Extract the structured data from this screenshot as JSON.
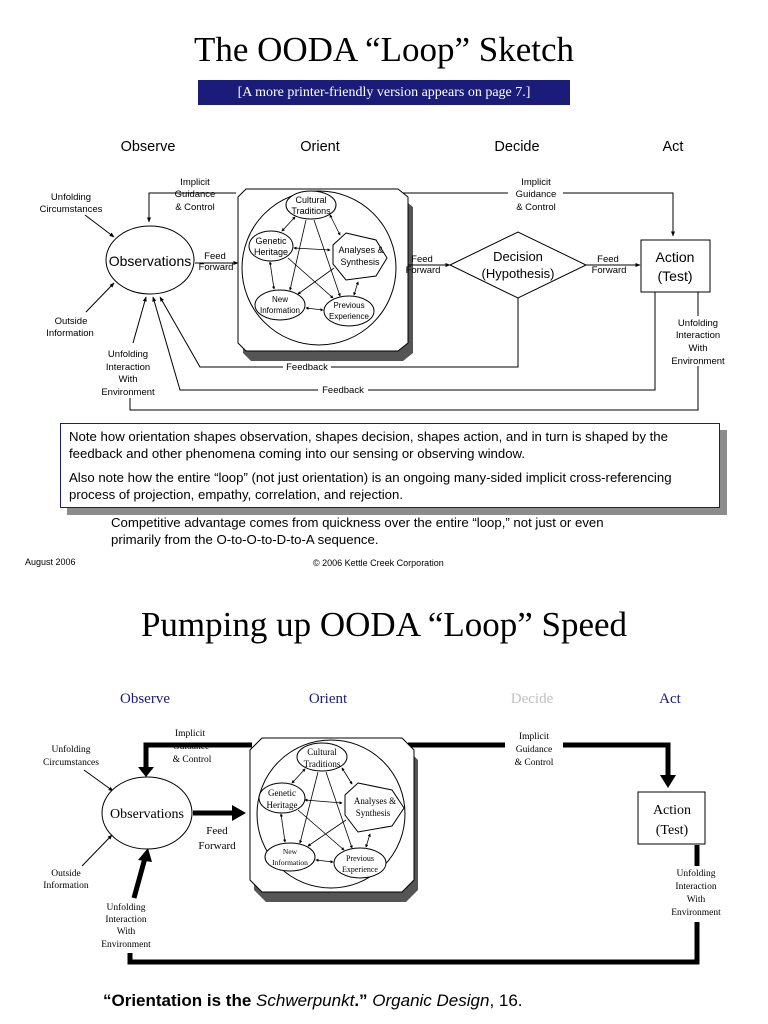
{
  "slide1": {
    "title": "The OODA “Loop” Sketch",
    "banner": "[A more printer-friendly version appears on page 7.]",
    "phases": {
      "observe": "Observe",
      "orient": "Orient",
      "decide": "Decide",
      "act": "Act"
    },
    "labels": {
      "unfolding_circumstances_1": "Unfolding",
      "unfolding_circumstances_2": "Circumstances",
      "implicit_1": "Implicit",
      "implicit_2": "Guidance",
      "implicit_3": "& Control",
      "observations": "Observations",
      "feed": "Feed",
      "forward": "Forward",
      "outside_1": "Outside",
      "outside_2": "Information",
      "uie_1": "Unfolding",
      "uie_2": "Interaction",
      "uie_3": "With",
      "uie_4": "Environment",
      "cultural_1": "Cultural",
      "cultural_2": "Traditions",
      "genetic_1": "Genetic",
      "genetic_2": "Heritage",
      "analyses_1": "Analyses &",
      "analyses_2": "Synthesis",
      "new_1": "New",
      "new_2": "Information",
      "previous_1": "Previous",
      "previous_2": "Experience",
      "decision_1": "Decision",
      "decision_2": "(Hypothesis)",
      "action_1": "Action",
      "action_2": "(Test)",
      "feedback": "Feedback"
    },
    "note_1": "Note how orientation shapes observation, shapes decision, shapes action, and in turn is shaped by the feedback and other phenomena coming into our sensing or observing window.",
    "note_2": "Also note how the entire “loop” (not just orientation) is an ongoing many-sided implicit cross-referencing process of projection, empathy, correlation, and rejection.",
    "competitive_1": "Competitive advantage comes from quickness over the entire “loop,” not just or even",
    "competitive_2": "primarily from the O-to-O-to-D-to-A sequence.",
    "footer_date": "August 2006",
    "footer_copyright": "© 2006 Kettle Creek Corporation"
  },
  "slide2": {
    "title": "Pumping up OODA “Loop” Speed",
    "phases": {
      "observe": "Observe",
      "orient": "Orient",
      "decide": "Decide",
      "act": "Act"
    },
    "quote_bold": "“Orientation is the ",
    "quote_italic": "Schwerpunkt",
    "quote_bold_end": ".”",
    "quote_source": " Organic Design",
    "quote_page": ", 16."
  },
  "colors": {
    "navy": "#1b1b7a",
    "faded": "#c0c0c0",
    "shadow": "#8c8c8c"
  }
}
